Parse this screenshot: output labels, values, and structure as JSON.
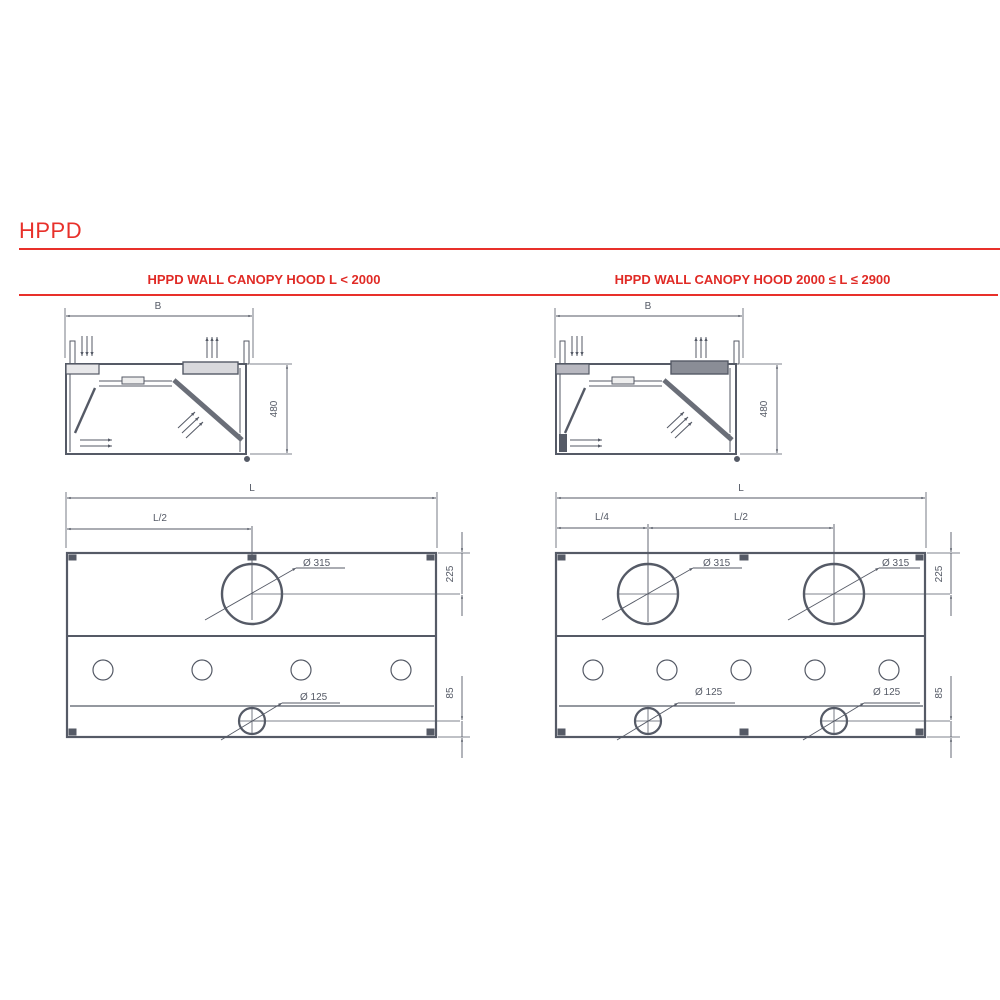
{
  "page": {
    "title": "HPPD",
    "accent_color": "#e8302a",
    "line_color": "#555a66"
  },
  "sections": [
    {
      "heading": "HPPD WALL CANOPY HOOD L < 2000",
      "side_view": {
        "width_label": "B",
        "height_label": "480"
      },
      "plan_view": {
        "length_label": "L",
        "offset_labels": [
          "L/2"
        ],
        "large_collar_label": "Ø 315",
        "large_collar_count": 1,
        "small_collar_label": "Ø 125",
        "small_collar_count": 1,
        "light_holes_count": 4,
        "dim_top": "225",
        "dim_bottom": "85"
      }
    },
    {
      "heading": "HPPD WALL CANOPY HOOD 2000 ≤ L ≤ 2900",
      "side_view": {
        "width_label": "B",
        "height_label": "480"
      },
      "plan_view": {
        "length_label": "L",
        "offset_labels": [
          "L/4",
          "L/2"
        ],
        "large_collar_label": "Ø 315",
        "large_collar_count": 2,
        "small_collar_label": "Ø 125",
        "small_collar_count": 2,
        "light_holes_count": 5,
        "dim_top": "225",
        "dim_bottom": "85"
      }
    }
  ]
}
